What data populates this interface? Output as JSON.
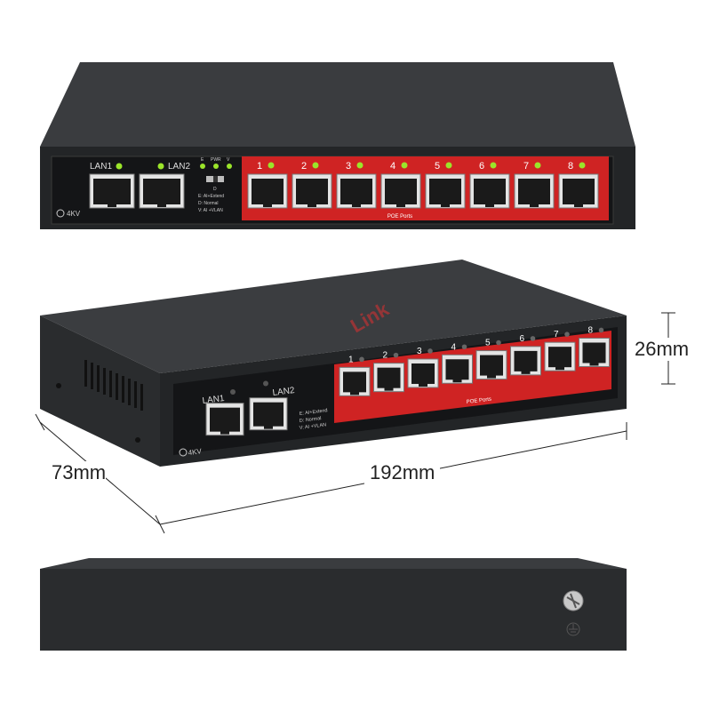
{
  "front_view": {
    "lan_ports": [
      "LAN1",
      "LAN2"
    ],
    "poe_ports": [
      "1",
      "2",
      "3",
      "4",
      "5",
      "6",
      "7",
      "8"
    ],
    "poe_strip_label": "POE Ports",
    "switch_header": [
      "E",
      "PWR",
      "V"
    ],
    "switch_mid": "D",
    "mode_legend": [
      "E:  AI+Extend",
      "D:  Normal",
      "V:  AI +VLAN"
    ],
    "surge_badge": "4KV"
  },
  "watermark": "Link",
  "dimensions": {
    "height": "26mm",
    "length": "192mm",
    "depth": "73mm"
  },
  "colors": {
    "chassis": "#2c2e30",
    "poe_panel": "#d02424",
    "led": "#9be52a"
  }
}
